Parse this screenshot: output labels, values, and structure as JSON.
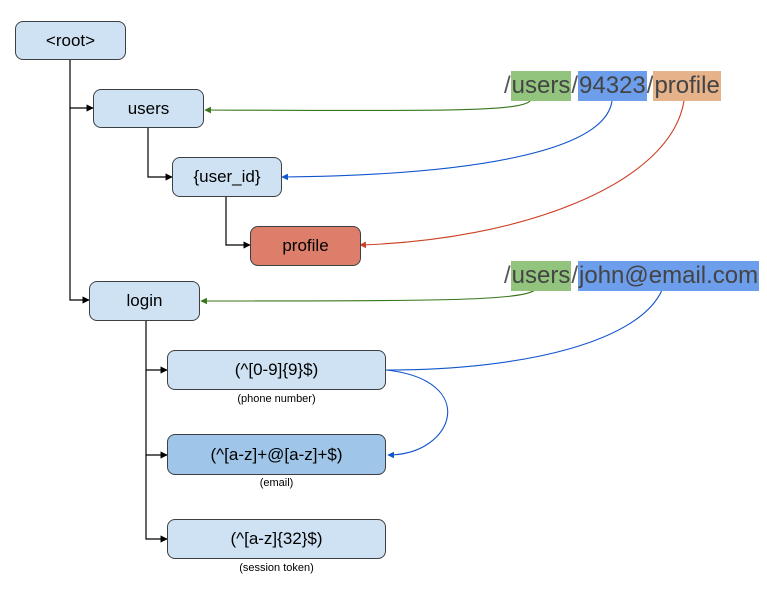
{
  "nodes": {
    "root": "<root>",
    "users": "users",
    "user_id": "{user_id}",
    "profile": "profile",
    "login": "login",
    "phone_pattern": "(^[0-9]{9}$)",
    "email_pattern": "(^[a-z]+@[a-z]+$)",
    "token_pattern": "(^[a-z]{32}$)"
  },
  "notes": {
    "phone": "(phone number)",
    "email": "(email)",
    "token": "(session token)"
  },
  "path_profile": {
    "sep": "/",
    "segments": [
      "users",
      "94323",
      "profile"
    ]
  },
  "path_login": {
    "sep": "/",
    "segments": [
      "users",
      "john@email.com"
    ]
  },
  "colors": {
    "node_fill": "#cfe2f3",
    "node_selected_fill": "#9fc5e8",
    "node_leaf_fill": "#dd7e6b",
    "users_highlight": "#93c47d",
    "id_highlight": "#6d9eeb",
    "profile_highlight": "#e6b28a",
    "green_arrow": "#38761d",
    "blue_arrow": "#1155cc",
    "red_arrow": "#cc4125"
  }
}
